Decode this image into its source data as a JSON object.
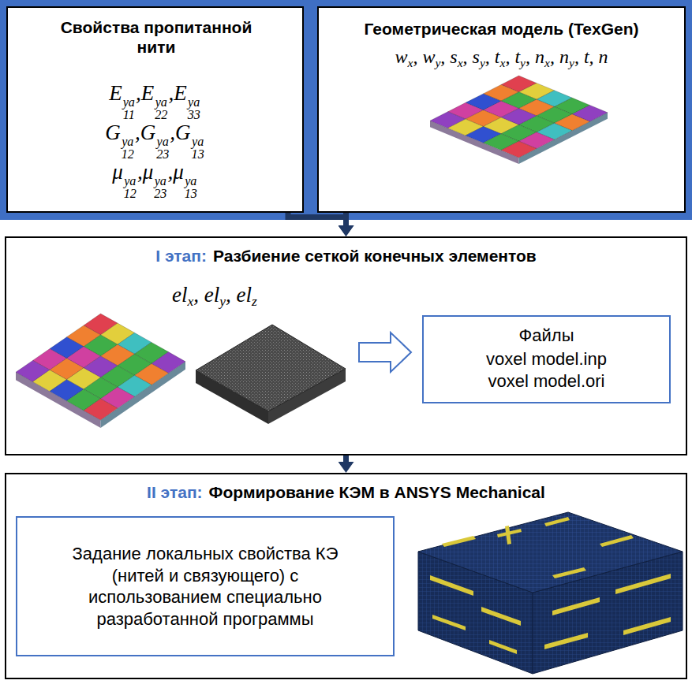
{
  "diagram": {
    "nodes": [
      {
        "text": [
          "Свойства пропитанной нити",
          "E11ya,E22ya,E33ya",
          "G12ya,G23ya,G13ya",
          "μ12ya,μ23ya,μ13ya"
        ]
      },
      {
        "text": [
          "Геометрическая модель (TexGen)",
          "wx, wy, sx, sy, tx, ty, nx, ny, t, n"
        ]
      },
      {
        "text": [
          "I этап:",
          "Разбиение сеткой конечных элементов",
          "elx, ely, elz"
        ]
      },
      {
        "text": [
          "Файлы",
          "voxel model.inp voxel model.ori"
        ],
        "in": 2
      },
      {
        "text": [
          "II этап:",
          "Формирование КЭМ в ANSYS Mechanical"
        ]
      },
      {
        "text": [
          "Задание локальных свойства КЭ (нитей и связующего) с использованием специально разработанной программы"
        ],
        "in": 4
      }
    ],
    "edges": [
      {
        "from": 0,
        "to": 2,
        "arrow": "to"
      },
      {
        "from": 1,
        "to": 2,
        "arrow": "to"
      },
      {
        "from": 2,
        "to": 4,
        "arrow": "to"
      }
    ]
  }
}
